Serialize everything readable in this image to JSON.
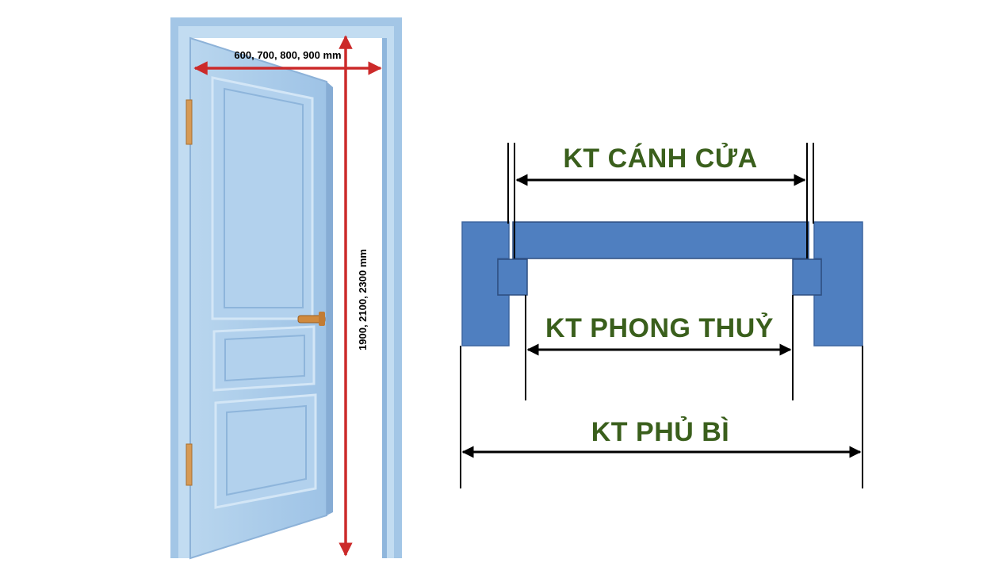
{
  "door_illustration": {
    "width_label": "600, 700, 800, 900 mm",
    "height_label": "1900, 2100, 2300 mm"
  },
  "frame_section": {
    "door_leaf_label": "KT CÁNH CỬA",
    "feng_shui_label": "KT PHONG THUỶ",
    "overall_label": "KT PHỦ BÌ"
  },
  "colors": {
    "door_blue": "#a9cbe8",
    "frame_blue": "#4f7fc0",
    "arrow_red": "#cc2a2a",
    "label_green": "#3a5f1c"
  }
}
